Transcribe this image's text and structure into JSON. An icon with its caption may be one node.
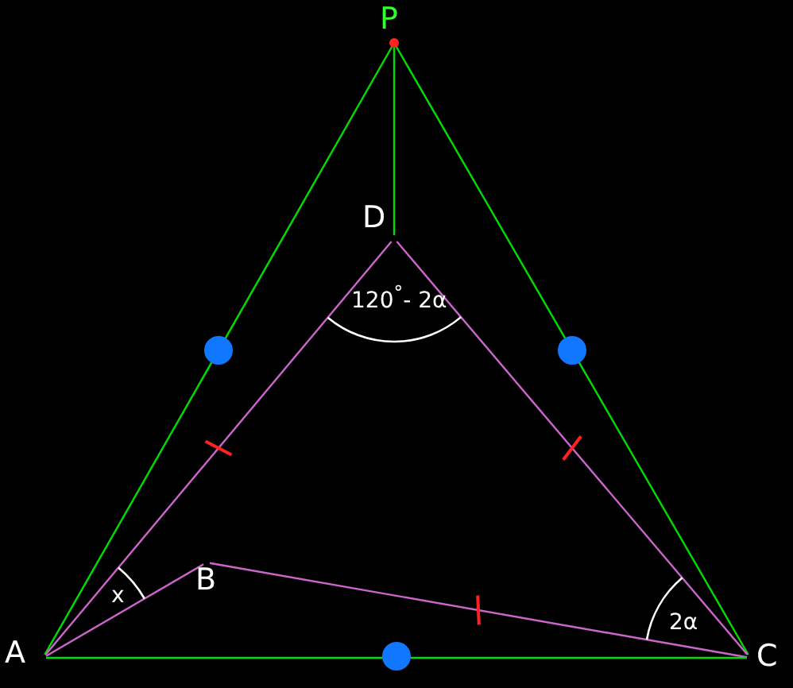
{
  "diagram": {
    "nodes": [
      {
        "text": [
          "P"
        ]
      },
      {
        "text": [
          "D"
        ]
      },
      {
        "text": [
          "A"
        ]
      },
      {
        "text": [
          "B"
        ]
      },
      {
        "text": [
          "C"
        ]
      }
    ],
    "edges": [
      {
        "from": 0,
        "to": 2,
        "arrow": "none",
        "color": "#00dd00"
      },
      {
        "from": 0,
        "to": 4,
        "arrow": "none",
        "color": "#00dd00"
      },
      {
        "from": 0,
        "to": 1,
        "arrow": "none",
        "color": "#00dd00"
      },
      {
        "from": 1,
        "to": 2,
        "arrow": "none",
        "color": "#cc66cc"
      },
      {
        "from": 1,
        "to": 4,
        "arrow": "none",
        "color": "#cc66cc"
      },
      {
        "from": 2,
        "to": 3,
        "arrow": "none",
        "color": "#cc66cc"
      },
      {
        "from": 3,
        "to": 4,
        "arrow": "none",
        "color": "#cc66cc"
      },
      {
        "from": 2,
        "to": 4,
        "arrow": "none",
        "color": "#00dd00"
      }
    ],
    "labels": [
      "120$^{°}$- 2α",
      "x",
      "2α"
    ]
  }
}
